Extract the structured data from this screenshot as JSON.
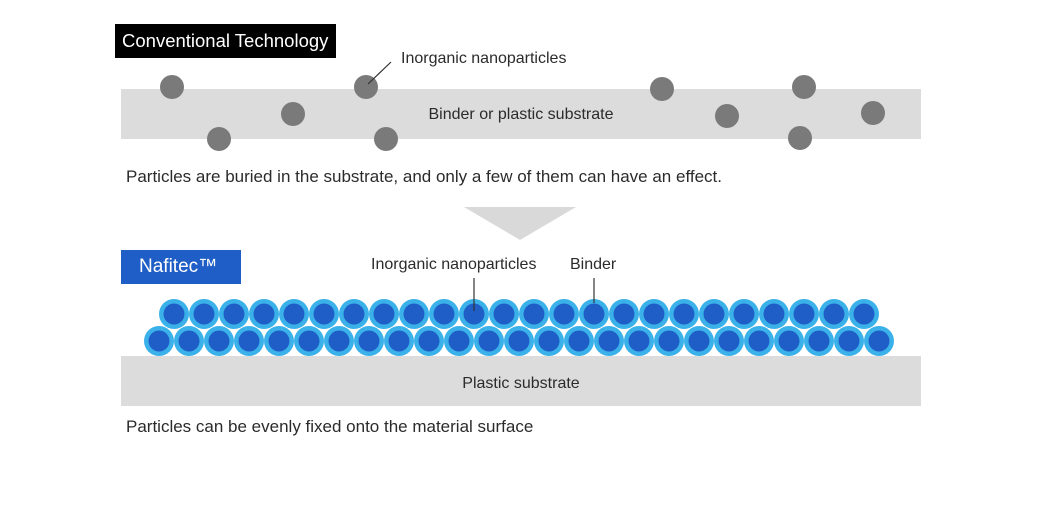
{
  "conventional": {
    "tag": "Conventional Technology",
    "callout": "Inorganic  nanoparticles",
    "substrate": "Binder or plastic substrate",
    "caption": "Particles are buried in the substrate, and only a few of them can have an effect."
  },
  "nafitec": {
    "tag": "Nafitec™",
    "callout_particles": "Inorganic  nanoparticles",
    "callout_binder": "Binder",
    "substrate": "Plastic substrate",
    "caption": "Particles can be evenly fixed  onto the material surface"
  },
  "colors": {
    "particle_gray": "#7a7a7a",
    "substrate_gray": "#dcdcdc",
    "arrow_gray": "#d9d9d9",
    "nano_core": "#1f5ec6",
    "nano_binder": "#3bb1ea",
    "tag_blue": "#1f5ec6"
  }
}
